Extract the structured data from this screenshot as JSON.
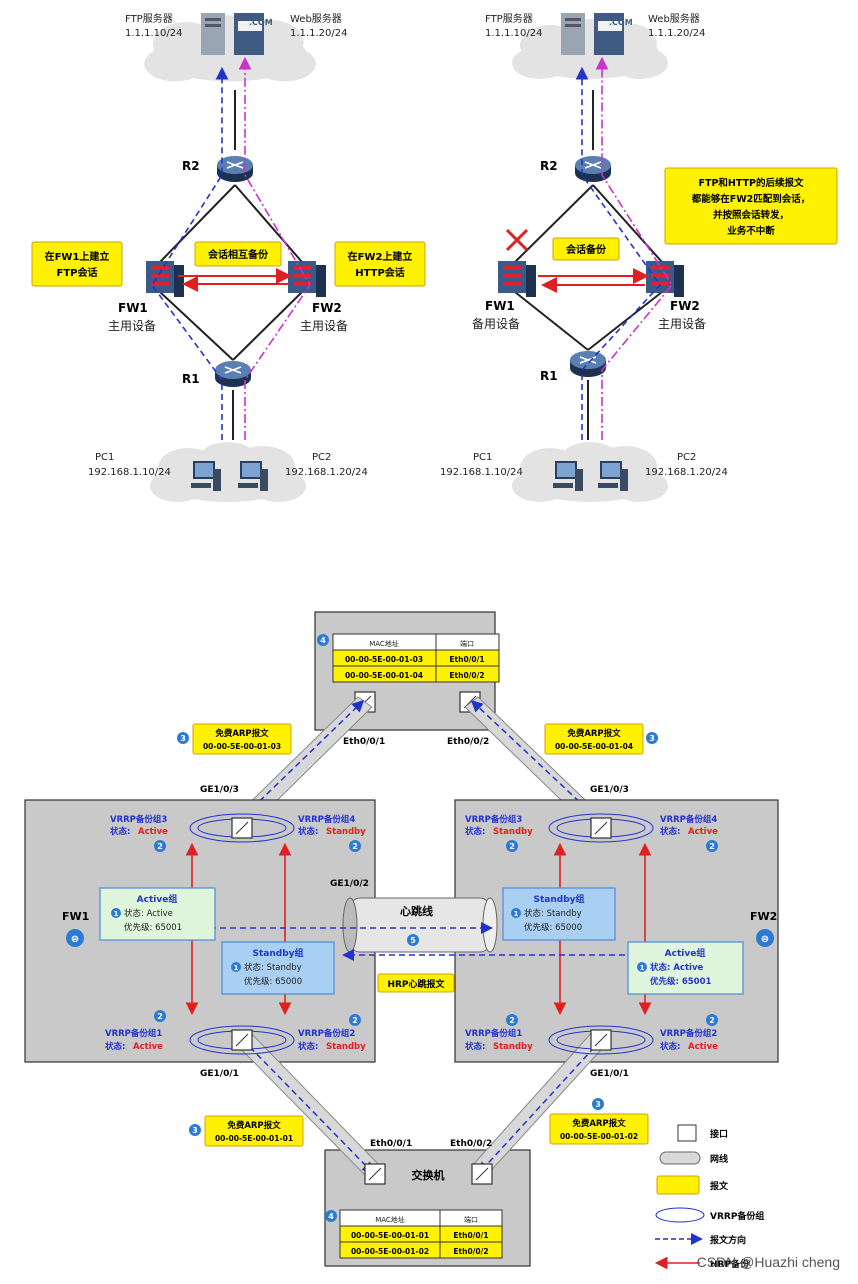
{
  "top_left": {
    "ftp_server": "FTP服务器",
    "ftp_ip": "1.1.1.10/24",
    "web_server": "Web服务器",
    "web_ip": "1.1.1.20/24",
    "com_label": ".COM",
    "r2": "R2",
    "r1": "R1",
    "note_fw1_1": "在FW1上建立",
    "note_fw1_2": "FTP会话",
    "note_fw2_1": "在FW2上建立",
    "note_fw2_2": "HTTP会话",
    "sync_label": "会话相互备份",
    "fw1": "FW1",
    "fw1_role": "主用设备",
    "fw2": "FW2",
    "fw2_role": "主用设备",
    "pc1": "PC1",
    "pc1_ip": "192.168.1.10/24",
    "pc2": "PC2",
    "pc2_ip": "192.168.1.20/24"
  },
  "top_right": {
    "ftp_server": "FTP服务器",
    "ftp_ip": "1.1.1.10/24",
    "web_server": "Web服务器",
    "web_ip": "1.1.1.20/24",
    "com_label": ".COM",
    "r2": "R2",
    "r1": "R1",
    "sync_label": "会话备份",
    "note_1": "FTP和HTTP的后续报文",
    "note_2": "都能够在FW2匹配到会话，",
    "note_3": "并按照会话转发，",
    "note_4": "业务不中断",
    "fw1": "FW1",
    "fw1_role": "备用设备",
    "fw2": "FW2",
    "fw2_role": "主用设备",
    "pc1": "PC1",
    "pc1_ip": "192.168.1.10/24",
    "pc2": "PC2",
    "pc2_ip": "192.168.1.20/24"
  },
  "bottom": {
    "top_switch_table": {
      "step": "4",
      "headers": [
        "MAC地址",
        "端口"
      ],
      "rows": [
        [
          "00-00-5E-00-01-03",
          "Eth0/0/1"
        ],
        [
          "00-00-5E-00-01-04",
          "Eth0/0/2"
        ]
      ]
    },
    "bottom_switch_label": "交换机",
    "bottom_switch_table": {
      "step": "4",
      "headers": [
        "MAC地址",
        "端口"
      ],
      "rows": [
        [
          "00-00-5E-00-01-01",
          "Eth0/0/1"
        ],
        [
          "00-00-5E-00-01-02",
          "Eth0/0/2"
        ]
      ]
    },
    "arp_tl": {
      "title": "免费ARP报文",
      "mac": "00-00-5E-00-01-03",
      "step": "3"
    },
    "arp_tr": {
      "title": "免费ARP报文",
      "mac": "00-00-5E-00-01-04",
      "step": "3"
    },
    "arp_bl": {
      "title": "免费ARP报文",
      "mac": "00-00-5E-00-01-01",
      "step": "3"
    },
    "arp_br": {
      "title": "免费ARP报文",
      "mac": "00-00-5E-00-01-02",
      "step": "3"
    },
    "eth_top_left": "Eth0/0/1",
    "eth_top_right": "Eth0/0/2",
    "eth_bot_left": "Eth0/0/1",
    "eth_bot_right": "Eth0/0/2",
    "fw1_ge_top": "GE1/0/3",
    "fw1_ge_bot": "GE1/0/1",
    "fw1_ge_mid": "GE1/0/2",
    "fw2_ge_top": "GE1/0/3",
    "fw2_ge_bot": "GE1/0/1",
    "fw1_label": "FW1",
    "fw2_label": "FW2",
    "fw1_vrrp3": {
      "name": "VRRP备份组3",
      "state_label": "状态:",
      "state": "Active",
      "step": "2"
    },
    "fw1_vrrp4": {
      "name": "VRRP备份组4",
      "state_label": "状态:",
      "state": "Standby",
      "step": "2"
    },
    "fw1_vrrp1": {
      "name": "VRRP备份组1",
      "state_label": "状态:",
      "state": "Active",
      "step": "2"
    },
    "fw1_vrrp2": {
      "name": "VRRP备份组2",
      "state_label": "状态:",
      "state": "Standby",
      "step": "2"
    },
    "fw2_vrrp3": {
      "name": "VRRP备份组3",
      "state_label": "状态:",
      "state": "Standby",
      "step": "2"
    },
    "fw2_vrrp4": {
      "name": "VRRP备份组4",
      "state_label": "状态:",
      "state": "Active",
      "step": "2"
    },
    "fw2_vrrp1": {
      "name": "VRRP备份组1",
      "state_label": "状态:",
      "state": "Standby",
      "step": "2"
    },
    "fw2_vrrp2": {
      "name": "VRRP备份组2",
      "state_label": "状态:",
      "state": "Active",
      "step": "2"
    },
    "fw1_active_group": {
      "title": "Active组",
      "state": "状态: Active",
      "priority": "优先级: 65001",
      "step": "1"
    },
    "fw1_standby_group": {
      "title": "Standby组",
      "state": "状态: Standby",
      "priority": "优先级: 65000",
      "step": "1"
    },
    "fw2_standby_group": {
      "title": "Standby组",
      "state": "状态: Standby",
      "priority": "优先级: 65000",
      "step": "1"
    },
    "fw2_active_group": {
      "title": "Active组",
      "state": "状态: Active",
      "priority": "优先级: 65001",
      "step": "1"
    },
    "heartbeat_label": "心跳线",
    "heartbeat_step": "5",
    "hrp_label": "HRP心跳报文",
    "legend": [
      {
        "label": "接口",
        "icon": "square"
      },
      {
        "label": "网线",
        "icon": "cylinder"
      },
      {
        "label": "报文",
        "icon": "yellow-box"
      },
      {
        "label": "VRRP备份组",
        "icon": "ellipse"
      },
      {
        "label": "报文方向",
        "icon": "blue-dashed-arrow"
      },
      {
        "label": "HRP备份",
        "icon": "red-arrow"
      }
    ]
  },
  "watermark": "CSDN @Huazhi cheng",
  "colors": {
    "blue": "#2233cc",
    "red": "#e02020",
    "magenta": "#cc33cc",
    "yellow": "#fff200",
    "box": "#c9c9c9"
  }
}
